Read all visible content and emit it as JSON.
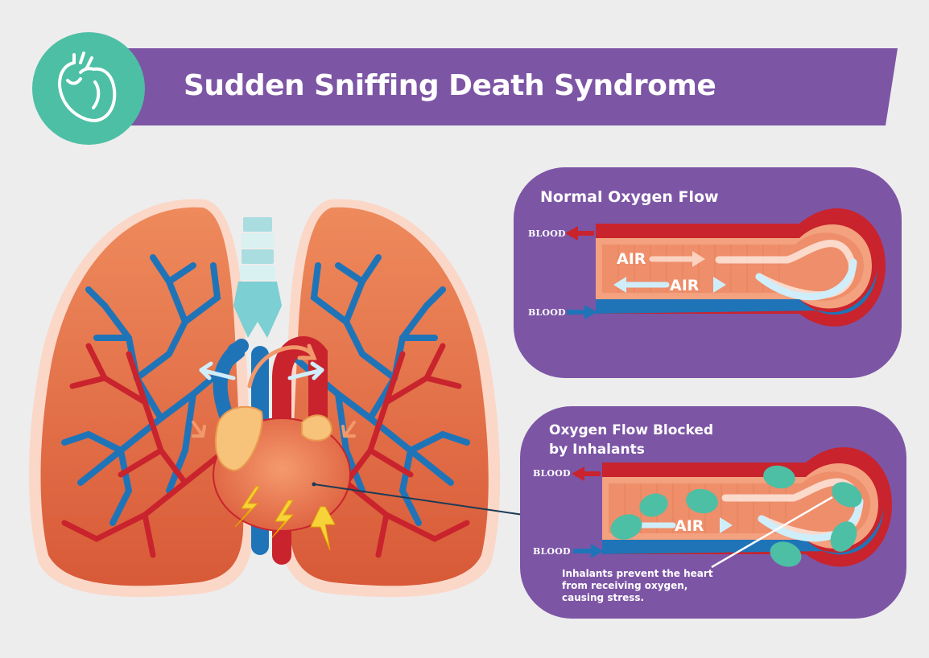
{
  "header": {
    "title": "Sudden Sniffing Death Syndrome",
    "icon": "heart-icon"
  },
  "panel_normal": {
    "title": "Normal Oxygen Flow",
    "blood_out": "BLOOD",
    "blood_in": "BLOOD",
    "air_in": "AIR",
    "air_out": "AIR"
  },
  "panel_blocked": {
    "title_line1": "Oxygen Flow Blocked",
    "title_line2": "by Inhalants",
    "blood_out": "BLOOD",
    "blood_in": "BLOOD",
    "air_out": "AIR",
    "note": "Inhalants prevent the heart from receiving oxygen, causing stress."
  },
  "colors": {
    "purple": "#7d55a5",
    "teal": "#4dbfa5",
    "artery_red": "#c9232d",
    "vein_blue": "#1f74b8",
    "lung_orange": "#e8764a"
  }
}
